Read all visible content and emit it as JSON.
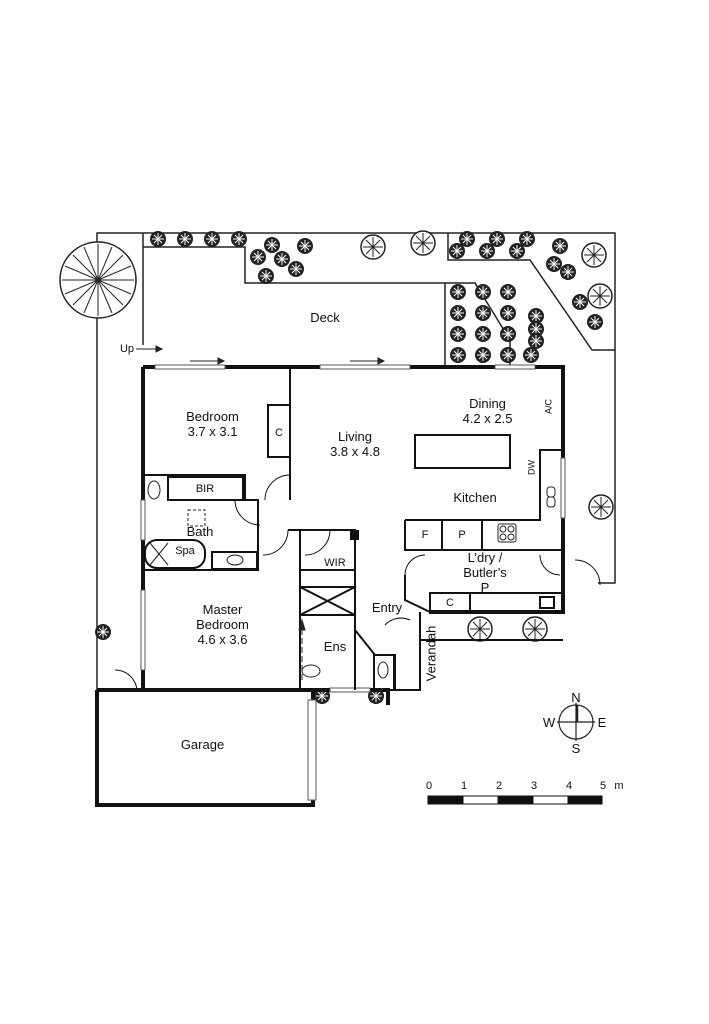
{
  "plan": {
    "rooms": {
      "deck": {
        "name": "Deck"
      },
      "bedroom": {
        "name": "Bedroom",
        "dims": "3.7 x 3.1"
      },
      "living": {
        "name": "Living",
        "dims": "3.8 x 4.8"
      },
      "dining": {
        "name": "Dining",
        "dims": "4.2 x 2.5"
      },
      "kitchen": {
        "name": "Kitchen"
      },
      "bath": {
        "name": "Bath"
      },
      "master": {
        "name_line1": "Master",
        "name_line2": "Bedroom",
        "dims": "4.6 x 3.6"
      },
      "wir": {
        "name": "WIR"
      },
      "ens": {
        "name": "Ens"
      },
      "entry": {
        "name": "Entry"
      },
      "laundry": {
        "line1": "L’dry /",
        "line2": "Butler’s",
        "line3": "P"
      },
      "verandah": {
        "name": "Verandah"
      },
      "garage": {
        "name": "Garage"
      }
    },
    "fixtures": {
      "closet_bedroom": "C",
      "bir": "BIR",
      "spa": "Spa",
      "fridge": "F",
      "pantry": "P",
      "closet_laundry": "C",
      "ac": "A/C",
      "dishwasher": "DW"
    },
    "annotations": {
      "up": "Up"
    }
  },
  "compass": {
    "n": "N",
    "s": "S",
    "e": "E",
    "w": "W"
  },
  "scale": {
    "ticks": [
      "0",
      "1",
      "2",
      "3",
      "4",
      "5"
    ],
    "unit": "m"
  }
}
